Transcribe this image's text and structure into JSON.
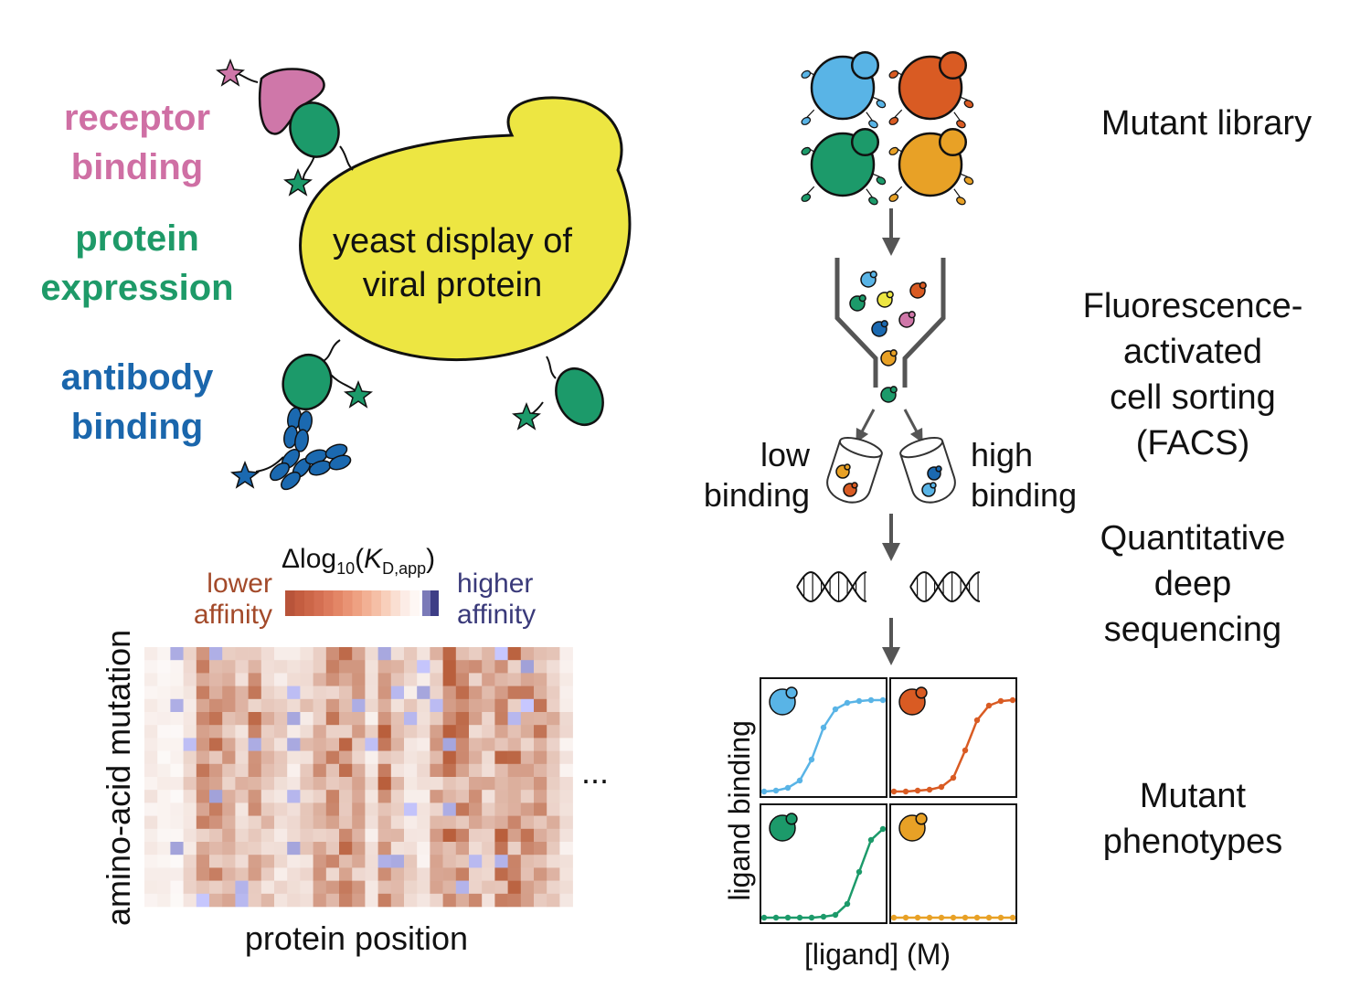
{
  "properties": {
    "receptor": {
      "line1": "receptor",
      "line2": "binding",
      "color": "#cf6fa4"
    },
    "expression": {
      "line1": "protein",
      "line2": "expression",
      "color": "#1e9a68"
    },
    "antibody": {
      "line1": "antibody",
      "line2": "binding",
      "color": "#1a66ac"
    }
  },
  "yeast_label": {
    "line1": "yeast display of",
    "line2": "viral protein"
  },
  "colors": {
    "yeast_yellow": "#ede642",
    "receptor_pink": "#cf77a9",
    "protein_green": "#1c9a6a",
    "antibody_blue": "#1b69b0",
    "cell_blue": "#59b4e6",
    "cell_orange": "#d95b23",
    "cell_green": "#1c9a6a",
    "cell_gold": "#e8a126",
    "lower_affinity": "#a34a2a",
    "higher_affinity": "#3a3a7a"
  },
  "steps": {
    "library": {
      "line1": "Mutant library"
    },
    "facs": {
      "line1": "Fluorescence-",
      "line2": "activated",
      "line3": "cell sorting",
      "line4": "(FACS)"
    },
    "sequencing": {
      "line1": "Quantitative",
      "line2": "deep",
      "line3": "sequencing"
    },
    "phenotypes": {
      "line1": "Mutant",
      "line2": "phenotypes"
    }
  },
  "sort_bins": {
    "low": {
      "line1": "low",
      "line2": "binding"
    },
    "high": {
      "line1": "high",
      "line2": "binding"
    }
  },
  "heatmap": {
    "colorbar_label_prefix": "Δlog",
    "colorbar_label_sub1": "10",
    "colorbar_label_paren_open": "(",
    "colorbar_label_k": "K",
    "colorbar_label_sub2": "D,app",
    "colorbar_label_paren_close": ")",
    "lower_line1": "lower",
    "lower_line2": "affinity",
    "higher_line1": "higher",
    "higher_line2": "affinity",
    "xlabel": "protein position",
    "ylabel": "amino-acid mutation",
    "ellipsis": "..."
  },
  "binding_curves": {
    "xlabel": "[ligand] (M)",
    "ylabel": "ligand binding",
    "panels": [
      {
        "color": "#59b4e6",
        "values": [
          0.0,
          0.01,
          0.04,
          0.12,
          0.35,
          0.7,
          0.9,
          0.97,
          0.99,
          1.0,
          1.0
        ]
      },
      {
        "color": "#d95b23",
        "values": [
          0.0,
          0.0,
          0.01,
          0.02,
          0.05,
          0.15,
          0.45,
          0.78,
          0.94,
          0.99,
          1.0
        ]
      },
      {
        "color": "#1c9a6a",
        "values": [
          0.0,
          0.0,
          0.0,
          0.0,
          0.0,
          0.01,
          0.03,
          0.15,
          0.5,
          0.85,
          0.97
        ]
      },
      {
        "color": "#e8a126",
        "values": [
          0,
          0,
          0,
          0,
          0,
          0,
          0,
          0,
          0,
          0,
          0
        ]
      }
    ]
  }
}
